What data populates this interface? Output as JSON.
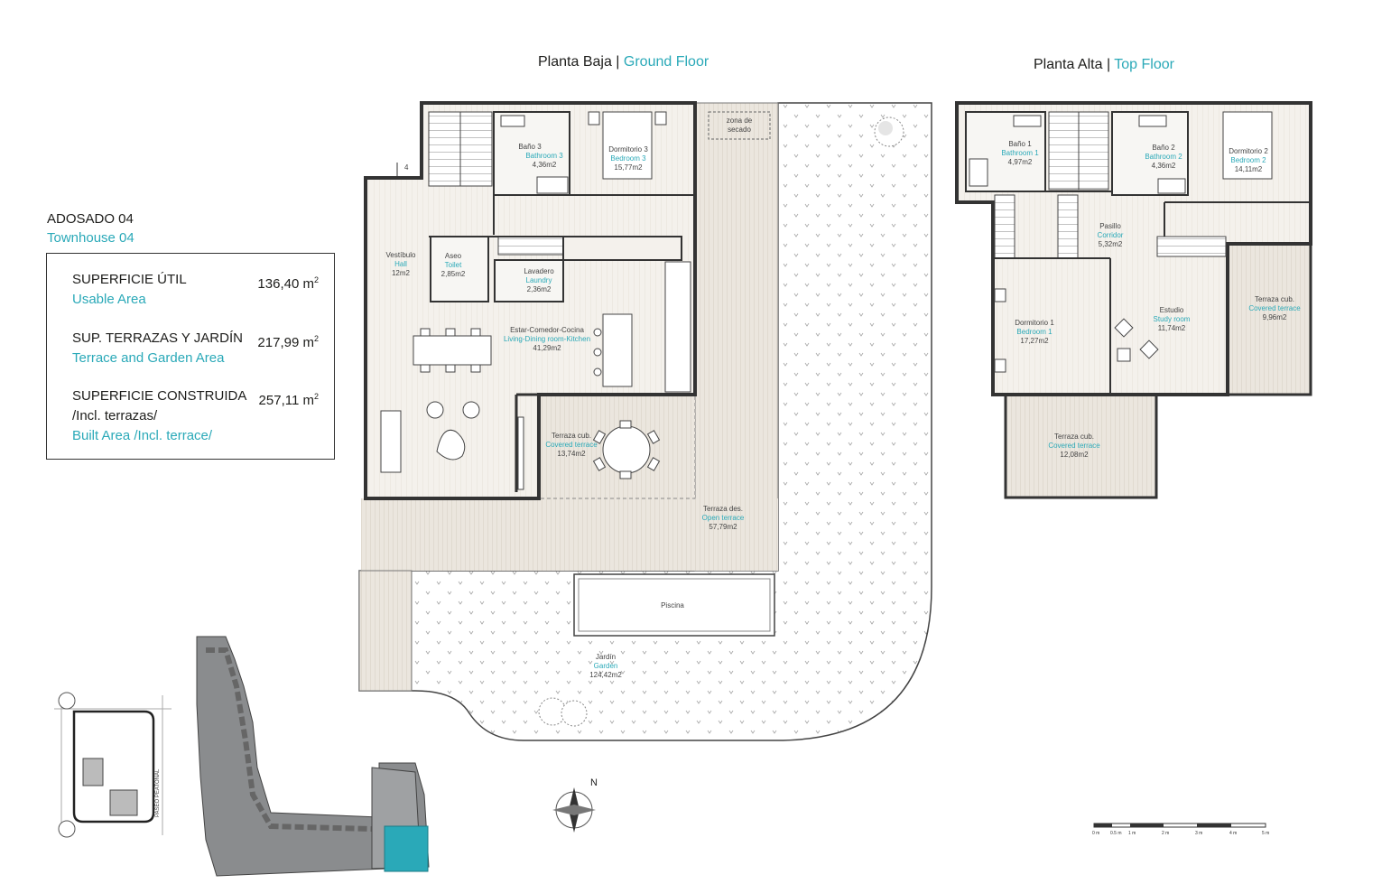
{
  "ground_floor": {
    "title_es": "Planta Baja",
    "separator": "|",
    "title_en": "Ground Floor",
    "rooms": {
      "bath3": {
        "es": "Baño 3",
        "en": "Bathroom 3",
        "area": "4,36m2"
      },
      "bed3": {
        "es": "Dormitorio 3",
        "en": "Bedroom 3",
        "area": "15,77m2"
      },
      "drying": {
        "line1": "zona de",
        "line2": "secado"
      },
      "hall": {
        "es": "Vestíbulo",
        "en": "Hall",
        "area": "12m2"
      },
      "toilet": {
        "es": "Aseo",
        "en": "Toilet",
        "area": "2,85m2"
      },
      "laundry": {
        "es": "Lavadero",
        "en": "Laundry",
        "area": "2,36m2"
      },
      "living": {
        "es": "Estar-Comedor-Cocina",
        "en": "Living-Dining room-Kitchen",
        "area": "41,29m2"
      },
      "covered_terrace": {
        "es": "Terraza cub.",
        "en": "Covered terrace",
        "area": "13,74m2"
      },
      "open_terrace": {
        "es": "Terraza des.",
        "en": "Open terrace",
        "area": "57,79m2"
      },
      "pool": {
        "es": "Piscina"
      },
      "garden": {
        "es": "Jardín",
        "en": "Garden",
        "area": "124,42m2"
      }
    },
    "entrance_number": "4"
  },
  "top_floor": {
    "title_es": "Planta Alta",
    "separator": "|",
    "title_en": "Top Floor",
    "rooms": {
      "bath1": {
        "es": "Baño 1",
        "en": "Bathroom 1",
        "area": "4,97m2"
      },
      "bath2": {
        "es": "Baño 2",
        "en": "Bathroom 2",
        "area": "4,36m2"
      },
      "bed2": {
        "es": "Dormitorio 2",
        "en": "Bedroom 2",
        "area": "14,11m2"
      },
      "corridor": {
        "es": "Pasillo",
        "en": "Corridor",
        "area": "5,32m2"
      },
      "bed1": {
        "es": "Dormitorio 1",
        "en": "Bedroom 1",
        "area": "17,27m2"
      },
      "study": {
        "es": "Estudio",
        "en": "Study room",
        "area": "11,74m2"
      },
      "covered_terrace_right": {
        "es": "Terraza cub.",
        "en": "Covered terrace",
        "area": "9,96m2"
      },
      "covered_terrace_bottom": {
        "es": "Terraza cub.",
        "en": "Covered terrace",
        "area": "12,08m2"
      }
    }
  },
  "unit": {
    "name_es": "ADOSADO 04",
    "name_en": "Townhouse 04"
  },
  "areas": {
    "usable": {
      "es": "SUPERFICIE ÚTIL",
      "en": "Usable Area",
      "value": "136,40",
      "unit": "m",
      "exp": "2"
    },
    "terraces": {
      "es": "SUP. TERRAZAS Y JARDÍN",
      "en": "Terrace and Garden Area",
      "value": "217,99",
      "unit": "m",
      "exp": "2"
    },
    "built": {
      "es": "SUPERFICIE CONSTRUIDA",
      "es2": "/Incl. terrazas/",
      "en": "Built Area /Incl. terrace/",
      "value": "257,11",
      "unit": "m",
      "exp": "2"
    }
  },
  "site_plan": {
    "street_label": "PASEO PEATONAL"
  },
  "compass": {
    "north": "N"
  },
  "scale_bar": {
    "ticks": [
      "0 m",
      "0.5 m",
      "1 m",
      "2 m",
      "3 m",
      "4 m",
      "5 m"
    ]
  },
  "colors": {
    "accent": "#2aa9b8",
    "wall": "#3a3a3a",
    "floor_wood": "#f1eee8",
    "terrace": "#ece8e1",
    "garden_dots": "#9a9a9a",
    "highlight_unit": "#2aa9b8"
  }
}
